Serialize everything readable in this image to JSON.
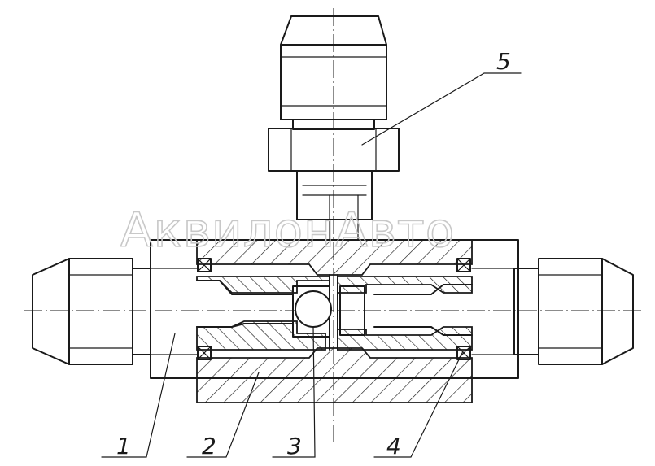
{
  "watermark": "АквилонАвто",
  "callouts": [
    "1",
    "2",
    "3",
    "4",
    "5"
  ],
  "colors": {
    "ink": "#1a1a1a",
    "paper": "#ffffff",
    "watermark": "#c8c8c8"
  }
}
